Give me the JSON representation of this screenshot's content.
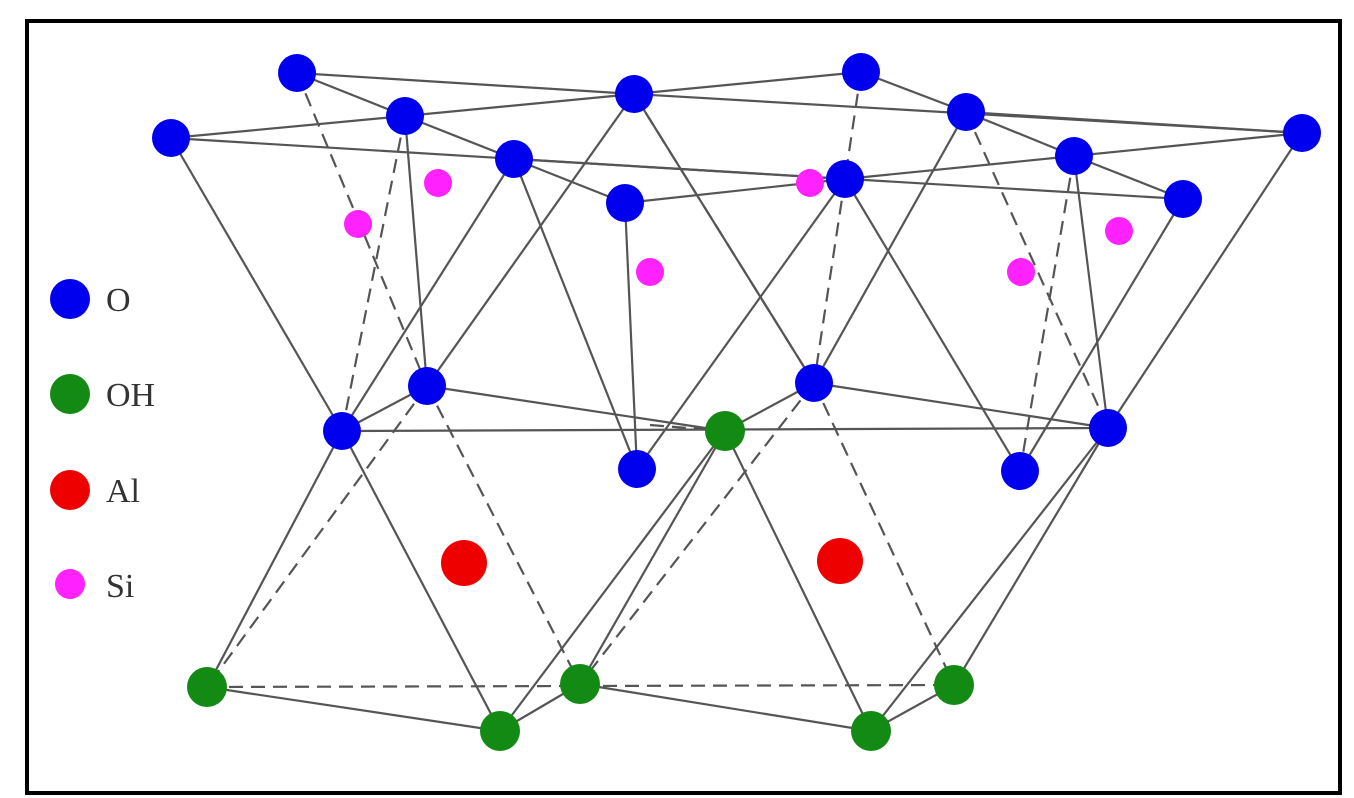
{
  "colors": {
    "O": "#0000ee",
    "OH": "#138a13",
    "Al": "#ee0000",
    "Si": "#ff22ff",
    "bond": "#555555",
    "frame": "#000000"
  },
  "legend": {
    "items": [
      {
        "key": "O",
        "label": "O"
      },
      {
        "key": "OH",
        "label": "OH"
      },
      {
        "key": "Al",
        "label": "Al"
      },
      {
        "key": "Si",
        "label": "Si"
      }
    ]
  }
}
